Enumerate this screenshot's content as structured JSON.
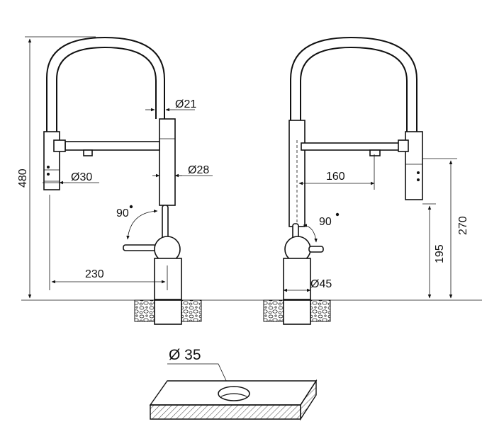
{
  "left_view": {
    "overall_height": "480",
    "hose_diameter": "Ø21",
    "spray_head_diameter": "Ø30",
    "column_diameter": "Ø28",
    "handle_rotation": "90",
    "reach": "230"
  },
  "right_view": {
    "spout_offset": "160",
    "handle_rotation": "90",
    "base_diameter": "Ø45",
    "handle_height": "195",
    "spray_head_height": "270"
  },
  "countertop": {
    "hole_diameter": "Ø 35"
  }
}
